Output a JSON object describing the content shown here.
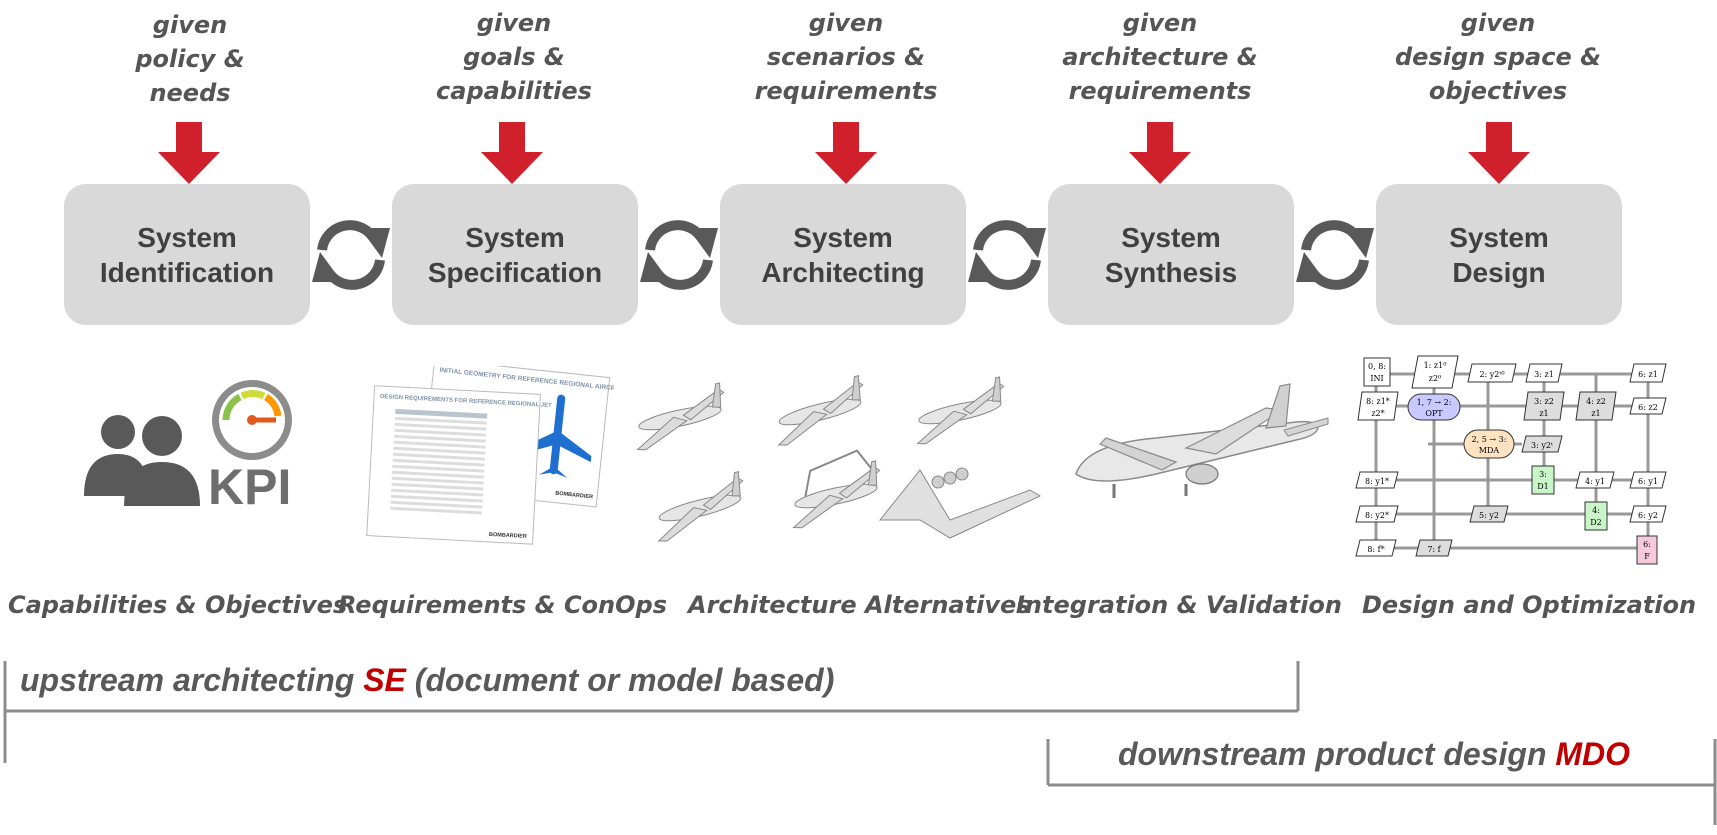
{
  "stages": [
    {
      "given": [
        "given",
        "policy &",
        "needs"
      ],
      "title": [
        "System",
        "Identification"
      ],
      "caption": "Capabilities & Objectives"
    },
    {
      "given": [
        "given",
        "goals &",
        "capabilities"
      ],
      "title": [
        "System",
        "Specification"
      ],
      "caption": "Requirements & ConOps"
    },
    {
      "given": [
        "given",
        "scenarios &",
        "requirements"
      ],
      "title": [
        "System",
        "Architecting"
      ],
      "caption": "Architecture Alternatives"
    },
    {
      "given": [
        "given",
        "architecture &",
        "requirements"
      ],
      "title": [
        "System",
        "Synthesis"
      ],
      "caption": "Integration & Validation"
    },
    {
      "given": [
        "given",
        "design space &",
        "objectives"
      ],
      "title": [
        "System",
        "Design"
      ],
      "caption": "Design and Optimization"
    }
  ],
  "kpi_label": "KPI",
  "documents": {
    "doc1_title": "DESIGN REQUIREMENTS FOR REFERENCE REGIONAL JET",
    "doc2_title": "INITIAL GEOMETRY FOR REFERENCE REGIONAL AIRCRAFT",
    "brand": "BOMBARDIER"
  },
  "xdsm": {
    "ini": [
      "0, 8:",
      "INI"
    ],
    "opt": [
      "1, 7 → 2:",
      "OPT"
    ],
    "mda": [
      "2, 5 → 3:",
      "MDA"
    ],
    "d1": [
      "3:",
      "D1"
    ],
    "d2": [
      "4:",
      "D2"
    ],
    "f": [
      "6:",
      "F"
    ],
    "vars": {
      "z1_z2_0": [
        "1: z1⁰",
        "z2⁰"
      ],
      "y2t0": "2: y2ᵗ⁰",
      "z1_top": "3: z1",
      "z1_right": "6: z1",
      "z1z2_star": [
        "8: z1*",
        "z2*"
      ],
      "z2z1_a": [
        "3: z2",
        "z1"
      ],
      "z2z1_b": [
        "4: z2",
        "z1"
      ],
      "z2_right": "6: z2",
      "y2t": "3: y2ᵗ",
      "y1_star": "8: y1*",
      "y1_a": "4: y1",
      "y1_b": "6: y1",
      "y2_star": "8: y2*",
      "y2_a": "5: y2",
      "y2_b": "6: y2",
      "f_star": "8: f*",
      "f_b": "7: f"
    }
  },
  "upstream": {
    "before": "upstream architecting ",
    "accent": "SE",
    "after": " (document or model based)"
  },
  "downstream": {
    "before": "downstream product design ",
    "accent": "MDO"
  },
  "colors": {
    "arrow": "#d0202c",
    "stage": "#d9d9d9",
    "cycle": "#595959",
    "accent": "#c00000",
    "opt": "#c9c9ff",
    "mda": "#fde3c2",
    "discipline": "#c9f5c9",
    "func": "#f7c9dd"
  }
}
